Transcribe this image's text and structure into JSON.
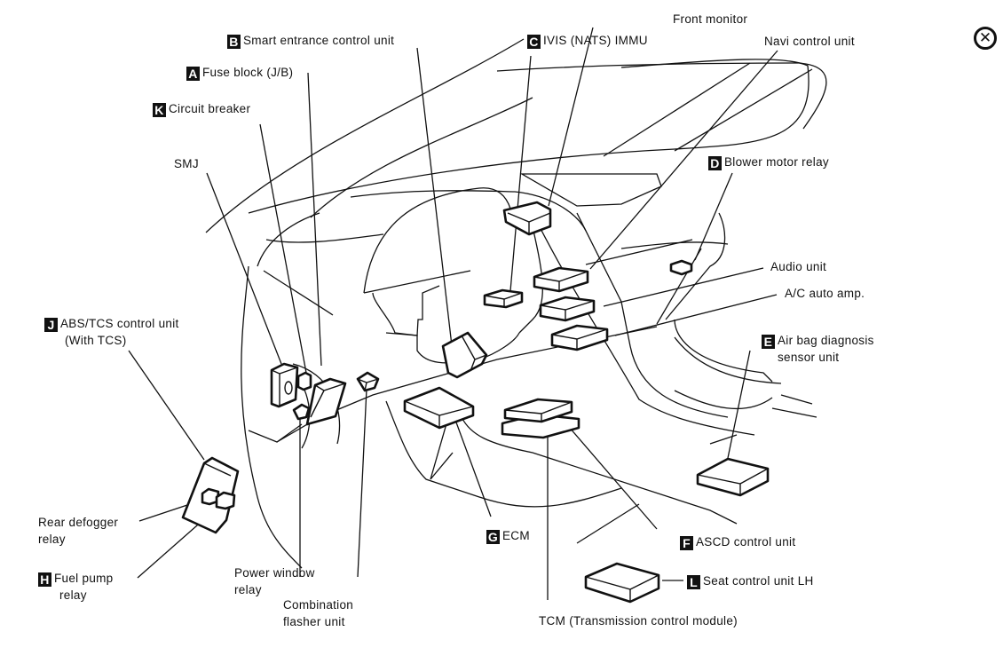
{
  "diagram": {
    "title": "Component parts location (instrument panel area)",
    "close_icon": "close-icon",
    "labels": [
      {
        "id": "smart-entrance",
        "code": "B",
        "text": "Smart entrance control unit"
      },
      {
        "id": "fuse-block",
        "code": "A",
        "text": "Fuse block (J/B)"
      },
      {
        "id": "circuit-breaker",
        "code": "K",
        "text": "Circuit breaker"
      },
      {
        "id": "smj",
        "code": "",
        "text": "SMJ"
      },
      {
        "id": "ivis",
        "code": "C",
        "text": "IVIS (NATS) IMMU"
      },
      {
        "id": "front-monitor",
        "code": "",
        "text": "Front monitor"
      },
      {
        "id": "navi",
        "code": "",
        "text": "Navi control unit"
      },
      {
        "id": "blower",
        "code": "D",
        "text": "Blower motor relay"
      },
      {
        "id": "audio",
        "code": "",
        "text": "Audio unit"
      },
      {
        "id": "ac-amp",
        "code": "",
        "text": "A/C auto amp."
      },
      {
        "id": "airbag",
        "code": "E",
        "text": "Air bag diagnosis",
        "text2": "sensor unit"
      },
      {
        "id": "abs",
        "code": "J",
        "text": "ABS/TCS control unit",
        "text2": "(With TCS)"
      },
      {
        "id": "rear-defogger",
        "code": "",
        "text": "Rear defogger",
        "text2": "relay"
      },
      {
        "id": "fuel-pump",
        "code": "H",
        "text": "Fuel pump",
        "text2": "relay"
      },
      {
        "id": "power-window",
        "code": "",
        "text": "Power window",
        "text2": "relay"
      },
      {
        "id": "combination-flasher",
        "code": "",
        "text": "Combination",
        "text2": "flasher unit"
      },
      {
        "id": "ecm",
        "code": "G",
        "text": "ECM"
      },
      {
        "id": "ascd",
        "code": "F",
        "text": "ASCD control unit"
      },
      {
        "id": "seat",
        "code": "L",
        "text": "Seat control unit LH"
      },
      {
        "id": "tcm",
        "code": "",
        "text": "TCM (Transmission control module)"
      }
    ]
  }
}
